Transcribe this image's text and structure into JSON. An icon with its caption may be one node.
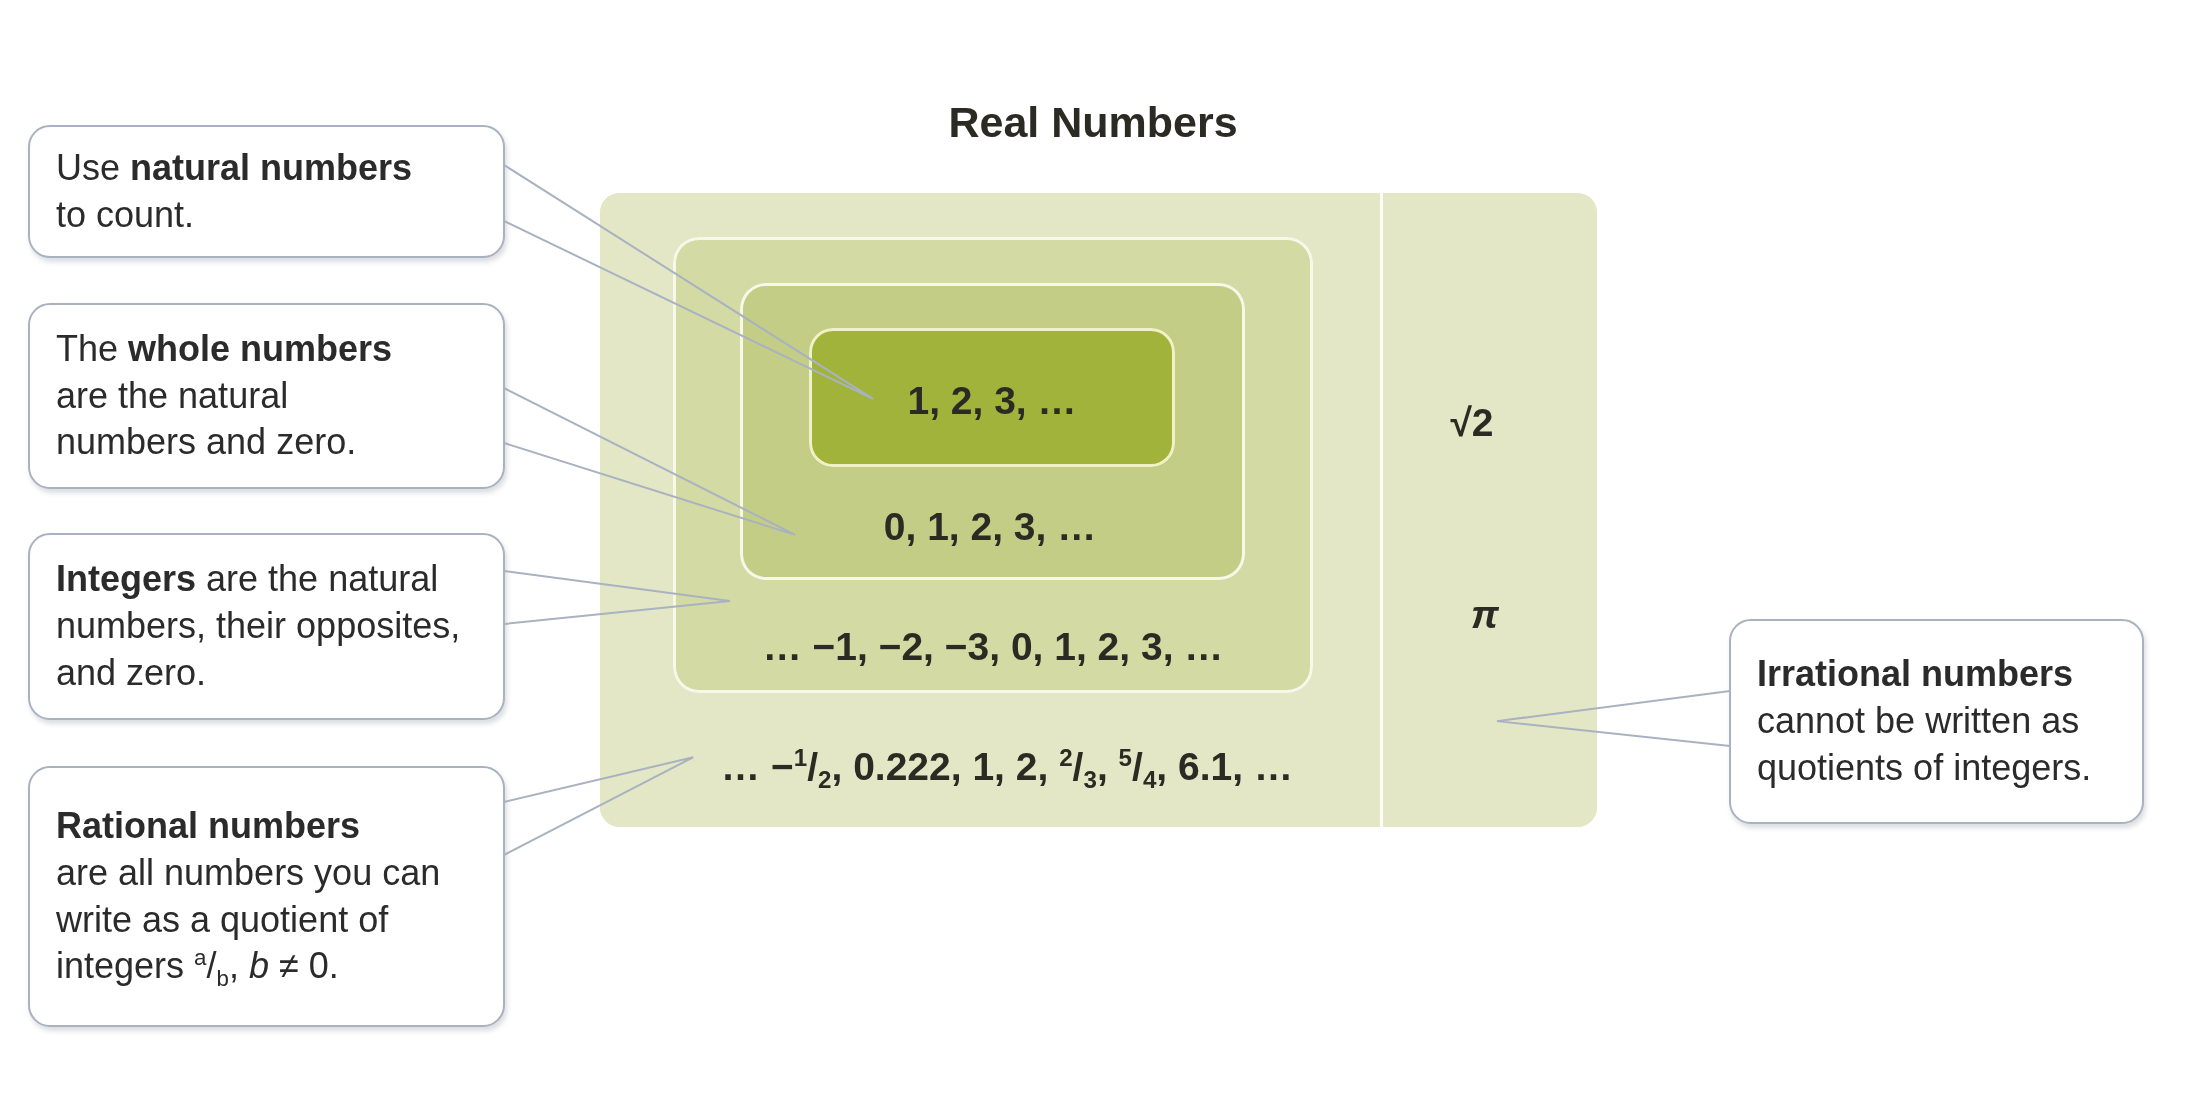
{
  "diagram": {
    "nodes": [
      {
        "text": [
          "Real Numbers"
        ]
      },
      {
        "text": [
          "… −$^{1}$/$_{2}$, 0.222, 1, 2, $^{2}$/$_{3}$, $^{5}$/$_{4}$, 6.1, …"
        ],
        "in": 0
      },
      {
        "text": [
          "… −1, −2, −3, 0, 1, 2, 3, …"
        ],
        "in": 1
      },
      {
        "text": [
          "0, 1, 2, 3, …"
        ],
        "in": 2
      },
      {
        "text": [
          "1, 2, 3, …"
        ],
        "in": 3
      },
      {
        "text": [
          "√2",
          "π"
        ],
        "in": 0
      },
      {
        "text": [
          "Use **natural numbers** to count."
        ]
      },
      {
        "text": [
          "The **whole numbers** are the natural numbers and zero."
        ]
      },
      {
        "text": [
          "**Integers** are the natural numbers, their opposites, and zero."
        ]
      },
      {
        "text": [
          "**Rational numbers** are all numbers you can write as a quotient of integers $^{a}$/$_{b}$, *b* ≠ 0."
        ]
      },
      {
        "text": [
          "**Irrational numbers** cannot be written as quotients of integers."
        ]
      }
    ],
    "edges": [
      {
        "from": 6,
        "to": 4,
        "arrow": "none"
      },
      {
        "from": 7,
        "to": 3,
        "arrow": "none"
      },
      {
        "from": 8,
        "to": 2,
        "arrow": "none"
      },
      {
        "from": 9,
        "to": 1,
        "arrow": "none"
      },
      {
        "from": 10,
        "to": 5,
        "arrow": "none"
      }
    ]
  }
}
